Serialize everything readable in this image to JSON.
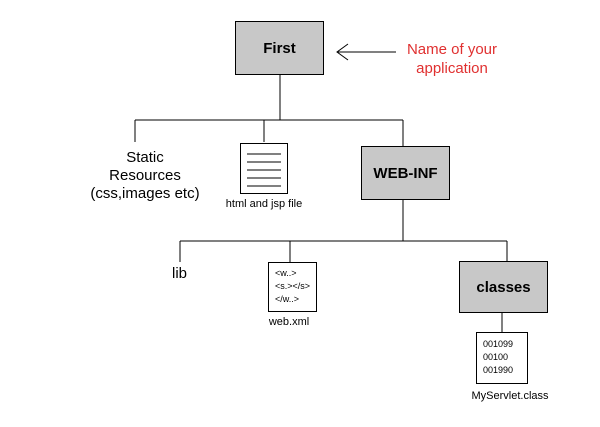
{
  "root": {
    "label": "First"
  },
  "annotation": {
    "line1": "Name of your",
    "line2": "application"
  },
  "static_resources": {
    "line1": "Static",
    "line2": "Resources",
    "line3": "(css,images etc)"
  },
  "html_jsp": {
    "caption": "html and jsp file"
  },
  "web_inf": {
    "label": "WEB-INF"
  },
  "lib": {
    "label": "lib"
  },
  "web_xml": {
    "lines": [
      "<w..>",
      "<s.></s>",
      "</w..>"
    ],
    "caption": "web.xml"
  },
  "classes": {
    "label": "classes"
  },
  "class_file": {
    "lines": [
      "001099",
      "00100",
      "001990"
    ],
    "caption": "MyServlet.class"
  },
  "colors": {
    "box_fill": "#c8c8c8",
    "annotation": "#e03030"
  }
}
